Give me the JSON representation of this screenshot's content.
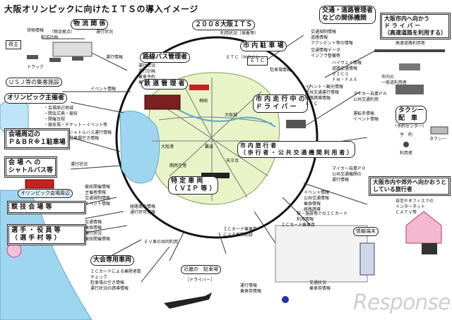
{
  "title": "大阪オリンピックに向けたＩＴＳの導入イメージ",
  "center_label": "２００８大阪ＩＴＳ",
  "logistics": {
    "header": "物 流 関 係",
    "shipper": "荷主",
    "tags": [
      "貨物情報",
      "（物流拠点）",
      "配送計画"
    ],
    "truck": "トラック",
    "status": "運行状況",
    "ops_info": "運行情報"
  },
  "usj": "ＵＳＪ等の集客施設",
  "event_info": "イベント情報",
  "olympic_org": {
    "header": "オリンピック主催者",
    "items": [
      "・会場周辺地域",
      "・開会式典・競技",
      "・開催日程",
      "・競技場・チケット・イベント等"
    ]
  },
  "pr_park": {
    "title": "会場周辺の\nＰ＆ＢＲ※１駐車場",
    "sub": "シャトルバス運行情報\n駐車場空き情報"
  },
  "shuttle": {
    "title": "会 場 へ の\nシャトルバス等",
    "sub": "運行状況"
  },
  "venue_area": "オリンピック会場周辺",
  "venue": "競 技 会 場 等",
  "athletes": "選 手 ・ 役 員 等\n（ 選 手 村 等 ）",
  "venue_tags": [
    "競技開催情報",
    "主催者情報",
    "交通規制情報",
    "イベント情報"
  ],
  "athlete_tags": [
    "交通情報",
    "乗換情報",
    "運行状況",
    "競技開催情報"
  ],
  "bus_route": "路線バス管理者",
  "bus_route_items": [
    "運行状況",
    "運行計画",
    "乗車予約",
    "乗換情報"
  ],
  "rail": "鉄 道 管 理 者",
  "city_parking": "市 内 駐 車 場",
  "drivers": "市 内 走 行 中 の\nド ラ イ バ ー",
  "driver_items": [
    "イベント・観光情報",
    "公共交通運行情報",
    "経路誘導情報",
    "ＥＴＣ"
  ],
  "pedestrian": "市 内 旅 行 者\n（ 歩 行 者 ・ 公 共 交 通 機 関 利 用 者 ）",
  "pedestrian_items": [
    "イベント情報",
    "公共交通情報",
    "乗換情報",
    "経路誘導"
  ],
  "vip": "特 定 車 両\n（ ＶＩＰ 等 ）",
  "vip_items": [
    "経路案内情報",
    "通行許可情報"
  ],
  "etc_box": "ＥＴＣ",
  "center_items": [
    "利用状況（発着等）",
    "ＥＴＣ（ＭＢＣ）"
  ],
  "parking_info": "駐車場情報",
  "traffic_mgmt": {
    "header": "交通・道路管理者\nなどの関係機関",
    "items": [
      "交通規制情報",
      "道路情報",
      "アクシデント等の情報",
      "交通情報データ",
      "インフラ整備等"
    ]
  },
  "inbound": {
    "header": "大阪市内へ向かう\nド ラ イ バ ー\n（高速道路を利用する）",
    "items": [
      "高速道路利用者",
      "市内の\n一般道利用者"
    ]
  },
  "media_tags": [
    "ハイウェイ情報",
    "道路交通情報",
    "ＶＩＣＳ",
    "ＦＭ・ＦＡＸ"
  ],
  "mycar_pr": "マイカー自粛ＰＲ\n公共交通利用",
  "taxi": {
    "header": "タクシー\n配　車",
    "sub": "（予約センター）",
    "info": [
      "運転手情報",
      "イベント情報"
    ],
    "booking": "予　約",
    "passenger": "利用者",
    "vehicle": "タクシー"
  },
  "home": {
    "header": "大阪市内や郊外へ向かおうと\nしている旅行者",
    "items": [
      "自宅やオフィスでの",
      "インターネット",
      "ＣＡＴＶ等"
    ],
    "mycar": [
      "マイカー自粛ＰＲ",
      "公共交通機関の",
      "運行情報"
    ]
  },
  "kiosk": {
    "header": "情報端末",
    "items": [
      "駅・施設等でのＩＣカード",
      "利用情報"
    ]
  },
  "ic_card": "ＩＣカード乗車券",
  "airport": "大会専用車両",
  "airport_items": [
    "ＩＣカードによる乗降者数",
    "チェック",
    "駐車場の空き情報",
    "運行状況の誘導情報"
  ],
  "ev": "ＥＶ車の共同利用",
  "parking_driver": "近畿の　駐車場",
  "driver_label": "［ドライバー］",
  "pass_note": "ＩＣカード乗車券\nによる乗降記録",
  "bottom_items": [
    "運行情報",
    "乗車券情報"
  ],
  "info_access": "交通状況\n乗車券情報",
  "map_labels": [
    "大阪城",
    "梅田",
    "難波",
    "天王寺",
    "大阪港",
    "関西空港"
  ],
  "logo": "Response."
}
